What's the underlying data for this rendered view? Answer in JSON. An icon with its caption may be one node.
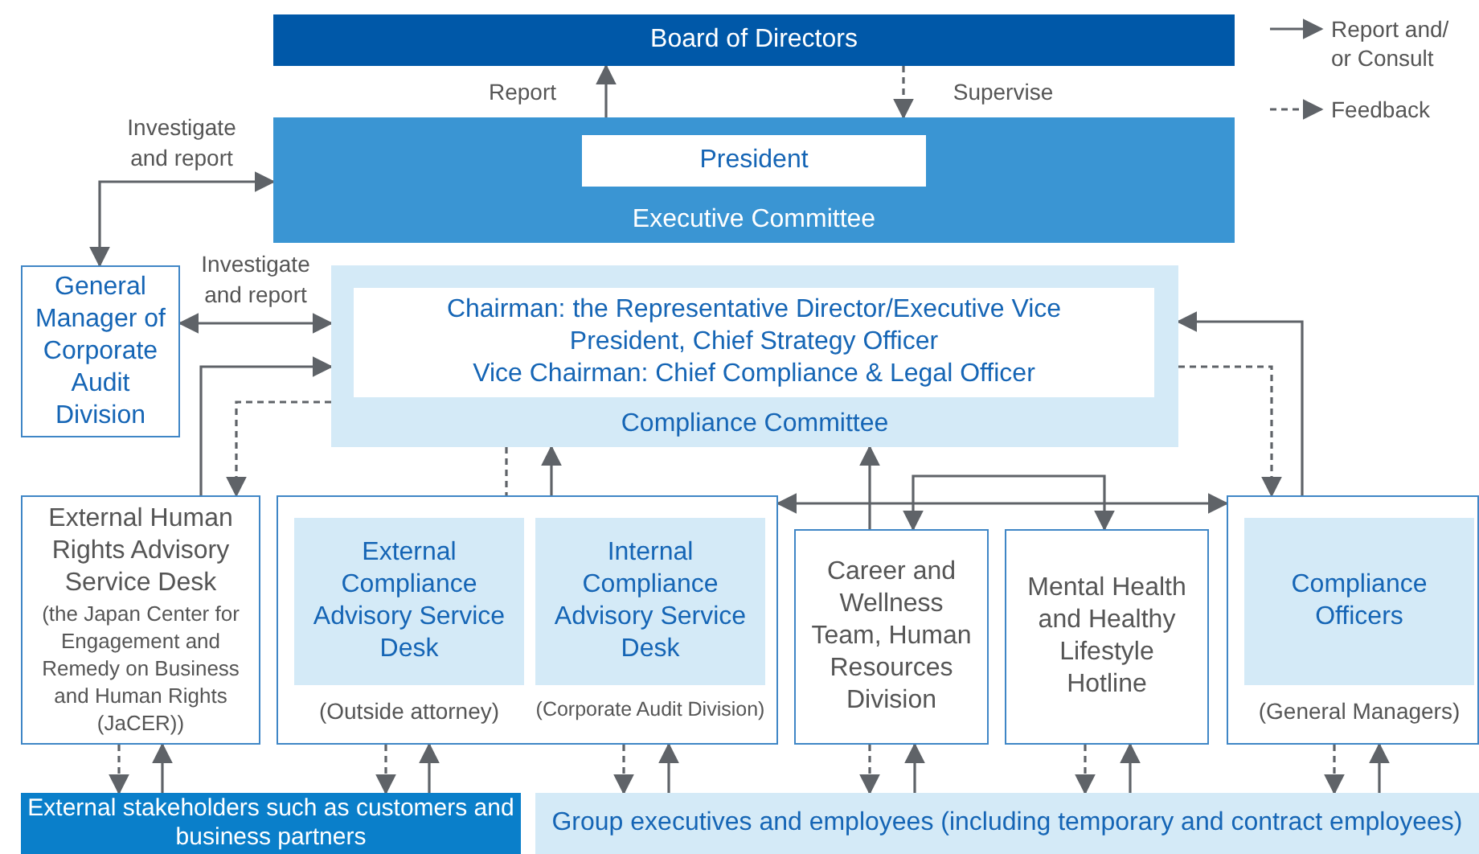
{
  "diagram": {
    "nodes": [
      {
        "text": [
          "Board of Directors"
        ]
      },
      {
        "text": [
          "Executive Committee"
        ]
      },
      {
        "text": [
          "President"
        ],
        "in": 1
      },
      {
        "text": [
          "General Manager of Corporate Audit Division"
        ]
      },
      {
        "text": [
          "Compliance Committee"
        ]
      },
      {
        "text": [
          "Chairman: the Representative Director/Executive Vice President, Chief Strategy Officer",
          "Vice Chairman: Chief Compliance & Legal Officer"
        ],
        "in": 4
      },
      {
        "text": [
          "External Human Rights Advisory Service Desk",
          "(the Japan Center for Engagement and Remedy on Business and Human Rights (JaCER))"
        ]
      },
      {
        "text": [],
        "shape": "box"
      },
      {
        "text": [
          "External Compliance Advisory Service Desk"
        ],
        "in": 7,
        "beside": [
          "(Outside attorney)"
        ]
      },
      {
        "text": [
          "Internal Compliance Advisory Service Desk"
        ],
        "in": 7,
        "beside": [
          "(Corporate Audit Division)"
        ]
      },
      {
        "text": [
          "Career and Wellness Team, Human Resources Division"
        ]
      },
      {
        "text": [
          "Mental Health and Healthy Lifestyle Hotline"
        ]
      },
      {
        "text": [],
        "shape": "box"
      },
      {
        "text": [
          "Compliance Officers"
        ],
        "in": 12,
        "beside": [
          "(General Managers)"
        ]
      },
      {
        "text": [
          "External stakeholders such as customers and business partners"
        ]
      },
      {
        "text": [
          "Group executives and employees (including temporary and contract employees)"
        ]
      }
    ],
    "edges": [
      {
        "from": 1,
        "to": 0,
        "arrow": "to",
        "label": "Report"
      },
      {
        "from": 0,
        "to": 1,
        "arrow": "to",
        "style": "dashed",
        "label": "Supervise"
      },
      {
        "from": 3,
        "to": 1,
        "arrow": "both",
        "label": "Investigate and report"
      },
      {
        "from": 3,
        "to": 4,
        "arrow": "both",
        "label": "Investigate and report"
      },
      {
        "from": 6,
        "to": 4,
        "arrow": "to"
      },
      {
        "from": 4,
        "to": 6,
        "arrow": "to",
        "style": "dashed"
      },
      {
        "from": 4,
        "to": 7,
        "arrow": "none",
        "style": "dashed"
      },
      {
        "from": 7,
        "to": 4,
        "arrow": "to"
      },
      {
        "from": 10,
        "to": 4,
        "arrow": "to"
      },
      {
        "from": 7,
        "to": 12,
        "arrow": "both"
      },
      {
        "from": 10,
        "to": 11,
        "arrow": "both"
      },
      {
        "from": 12,
        "to": 4,
        "arrow": "to"
      },
      {
        "from": 4,
        "to": 12,
        "arrow": "to",
        "style": "dashed"
      },
      {
        "from": 6,
        "to": 14,
        "arrow": "to",
        "style": "dashed"
      },
      {
        "from": 14,
        "to": 6,
        "arrow": "to"
      },
      {
        "from": 7,
        "to": 14,
        "arrow": "to",
        "style": "dashed"
      },
      {
        "from": 14,
        "to": 7,
        "arrow": "to"
      },
      {
        "from": 7,
        "to": 15,
        "arrow": "to",
        "style": "dashed"
      },
      {
        "from": 15,
        "to": 7,
        "arrow": "to"
      },
      {
        "from": 10,
        "to": 15,
        "arrow": "to",
        "style": "dashed"
      },
      {
        "from": 15,
        "to": 10,
        "arrow": "to"
      },
      {
        "from": 11,
        "to": 15,
        "arrow": "to",
        "style": "dashed"
      },
      {
        "from": 15,
        "to": 11,
        "arrow": "to"
      },
      {
        "from": 12,
        "to": 15,
        "arrow": "to",
        "style": "dashed"
      },
      {
        "from": 15,
        "to": 12,
        "arrow": "to"
      }
    ],
    "legend": [
      {
        "text": "Report and/ or Consult"
      },
      {
        "text": "Feedback"
      }
    ]
  }
}
